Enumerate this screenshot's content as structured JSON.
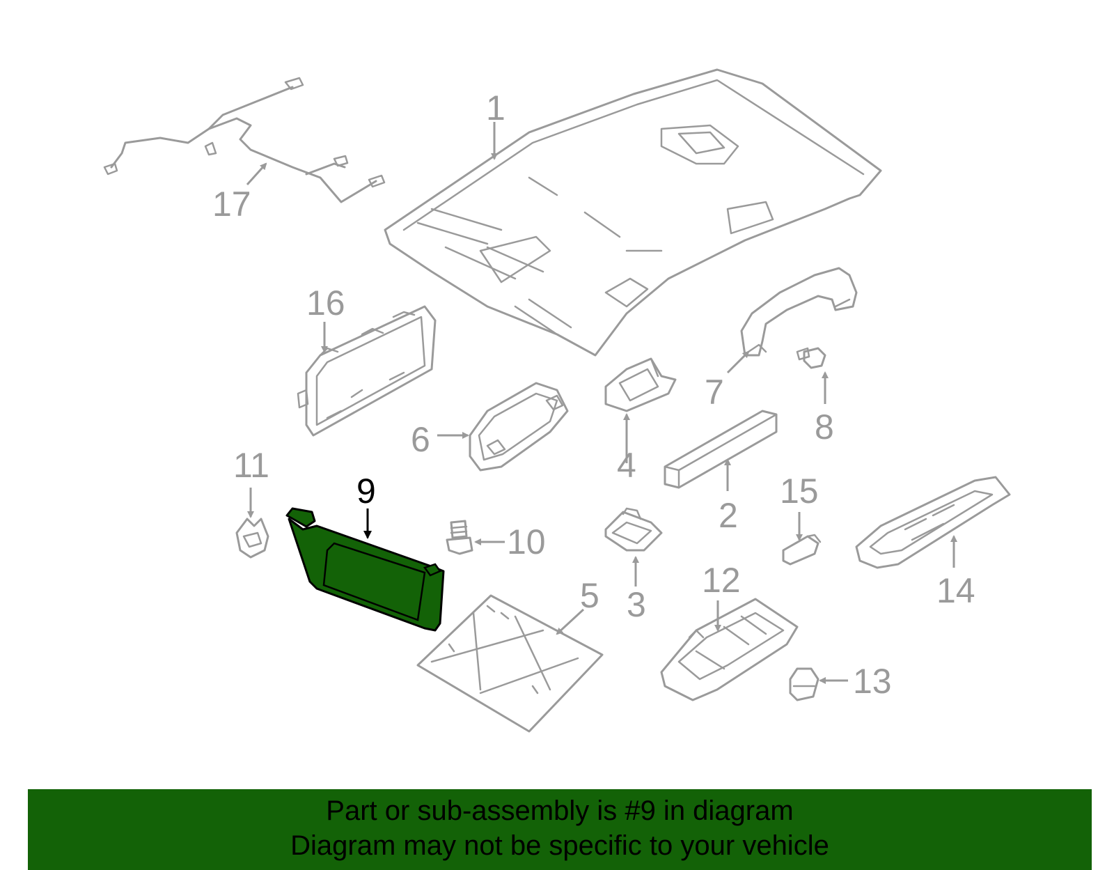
{
  "diagram": {
    "highlighted_part": "9",
    "callouts": [
      {
        "id": "1",
        "label": "1"
      },
      {
        "id": "2",
        "label": "2"
      },
      {
        "id": "3",
        "label": "3"
      },
      {
        "id": "4",
        "label": "4"
      },
      {
        "id": "5",
        "label": "5"
      },
      {
        "id": "6",
        "label": "6"
      },
      {
        "id": "7",
        "label": "7"
      },
      {
        "id": "8",
        "label": "8"
      },
      {
        "id": "9",
        "label": "9"
      },
      {
        "id": "10",
        "label": "10"
      },
      {
        "id": "11",
        "label": "11"
      },
      {
        "id": "12",
        "label": "12"
      },
      {
        "id": "13",
        "label": "13"
      },
      {
        "id": "14",
        "label": "14"
      },
      {
        "id": "15",
        "label": "15"
      },
      {
        "id": "16",
        "label": "16"
      },
      {
        "id": "17",
        "label": "17"
      }
    ],
    "colors": {
      "highlight": "#136207",
      "line": "#9a9a9a",
      "active_label": "#000000"
    }
  },
  "banner": {
    "line1": "Part or sub-assembly is #9 in diagram",
    "line2": "Diagram may not be specific to your vehicle"
  }
}
